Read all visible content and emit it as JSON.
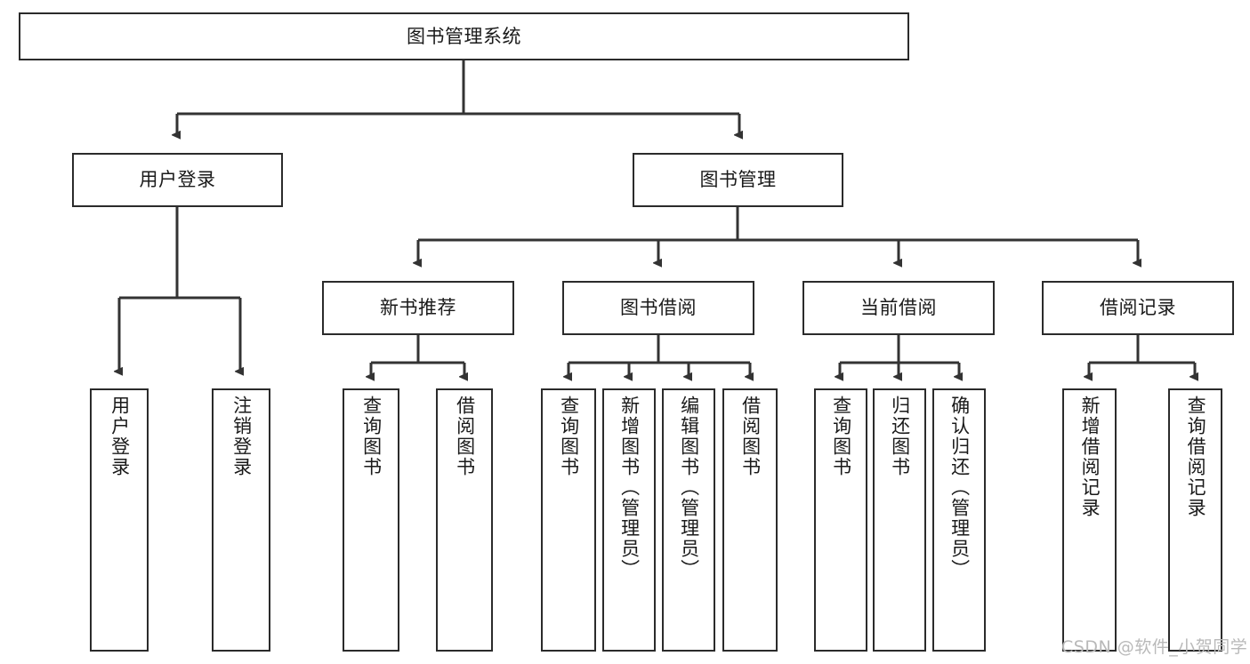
{
  "diagram": {
    "title": "图书管理系统",
    "type": "tree-hierarchy-diagram",
    "watermark": "CSDN @软件_小贺同学",
    "colors": {
      "box_border": "#2b2b2b",
      "box_fill": "#ffffff",
      "connector": "#333333",
      "text": "#1a1a1a",
      "watermark": "#b9b9b9",
      "background": "#ffffff"
    },
    "root": {
      "label": "图书管理系统",
      "level": 0
    },
    "level1": [
      {
        "label": "用户登录"
      },
      {
        "label": "图书管理"
      }
    ],
    "level2_user": [
      {
        "label": "用户登录"
      },
      {
        "label": "注销登录"
      }
    ],
    "level2_book": [
      {
        "label": "新书推荐"
      },
      {
        "label": "图书借阅"
      },
      {
        "label": "当前借阅"
      },
      {
        "label": "借阅记录"
      }
    ],
    "leaves_xinshu": [
      {
        "label": "查询图书"
      },
      {
        "label": "借阅图书"
      }
    ],
    "leaves_jieyue": [
      {
        "label": "查询图书"
      },
      {
        "label": "新增图书（管理员）"
      },
      {
        "label": "编辑图书（管理员）"
      },
      {
        "label": "借阅图书"
      }
    ],
    "leaves_dangqian": [
      {
        "label": "查询图书"
      },
      {
        "label": "归还图书"
      },
      {
        "label": "确认归还（管理员）"
      }
    ],
    "leaves_jilu": [
      {
        "label": "新增借阅记录"
      },
      {
        "label": "查询借阅记录"
      }
    ]
  }
}
